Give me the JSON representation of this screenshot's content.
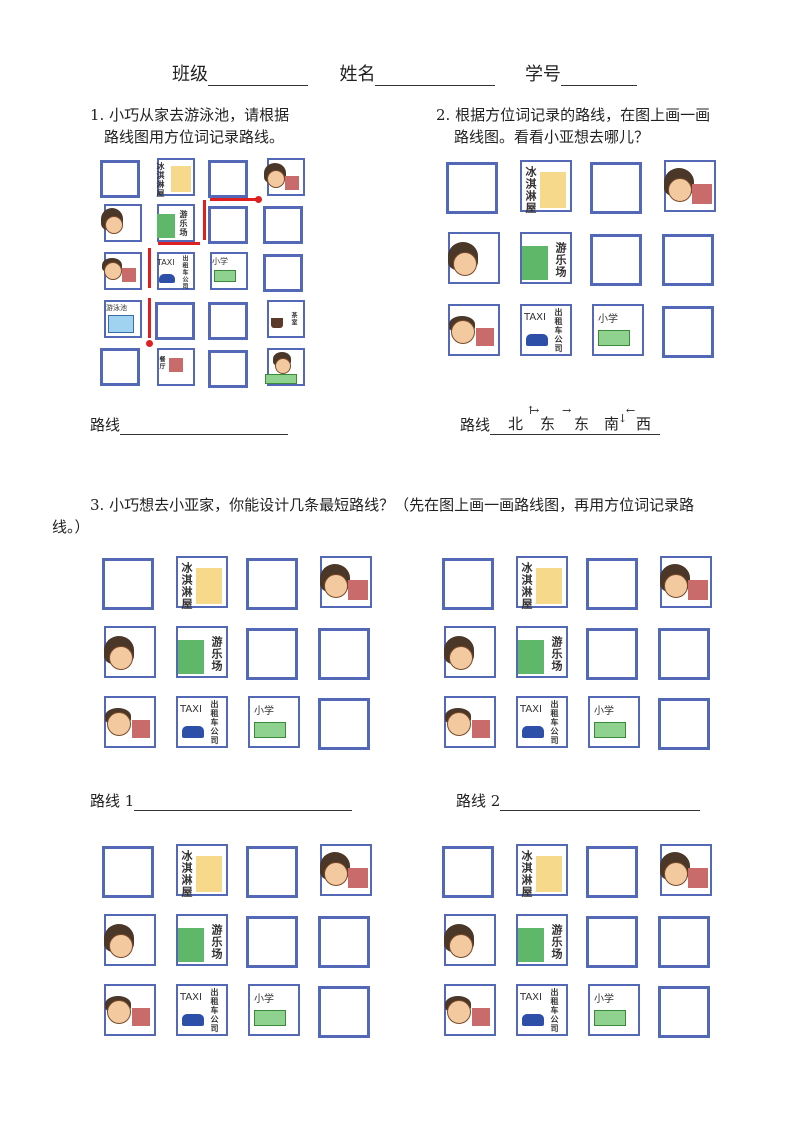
{
  "header": {
    "class_label": "班级",
    "name_label": "姓名",
    "number_label": "学号"
  },
  "q1": {
    "text_line1": "1. 小巧从家去游泳池，请根据",
    "text_line2": "路线图用方位词记录路线。",
    "route_label": "路线"
  },
  "q2": {
    "text_line1": "2. 根据方位词记录的路线，在图上画一画",
    "text_line2": "路线图。看看小亚想去哪儿？",
    "route_label": "路线",
    "route_words": [
      "北",
      "东",
      "东",
      "南",
      "西"
    ]
  },
  "q3": {
    "text_line1": "3. 小巧想去小亚家，你能设计几条最短路线？（先在图上画一画路线图，再用方位词记录路",
    "text_line2": "线。）",
    "route1_label": "路线 1",
    "route2_label": "路线 2"
  },
  "tiles": {
    "icecream": "冰淇淋屋",
    "playground": "游乐场",
    "taxi_word": "TAXI",
    "taxi_company": "出租车公司",
    "school": "小学",
    "pool": "游泳池",
    "teahouse": "茶室",
    "restaurant": "餐厅"
  }
}
